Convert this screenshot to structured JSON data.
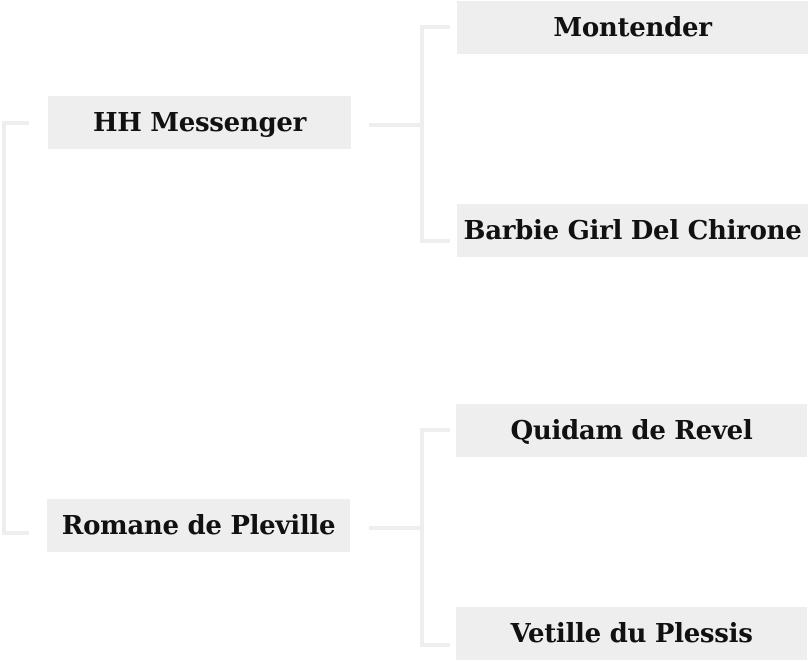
{
  "pedigree": {
    "sire": {
      "name": "HH Messenger",
      "sire": {
        "name": "Montender"
      },
      "dam": {
        "name": "Barbie Girl Del Chirone"
      }
    },
    "dam": {
      "name": "Romane de Pleville",
      "sire": {
        "name": "Quidam de Revel"
      },
      "dam": {
        "name": "Vetille du Plessis"
      }
    }
  },
  "colors": {
    "node_background": "#eeeeee",
    "connector": "#eeeeee",
    "text": "#111111"
  }
}
